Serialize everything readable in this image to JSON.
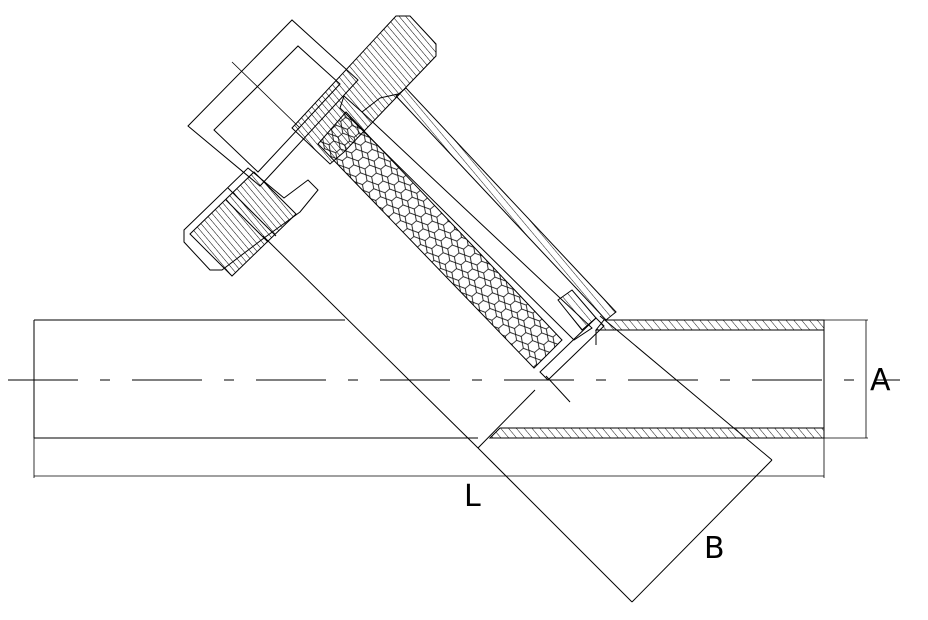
{
  "drawing": {
    "labels": {
      "a": "A",
      "l": "L",
      "b": "B"
    },
    "colors": {
      "line": "#000000",
      "background": "#ffffff"
    },
    "parts": [
      "main-pipe",
      "hatched-pipe-wall",
      "strainer-body",
      "mesh-screen",
      "knurled-cap",
      "hex-plug",
      "centerline",
      "dimension-lines"
    ]
  }
}
